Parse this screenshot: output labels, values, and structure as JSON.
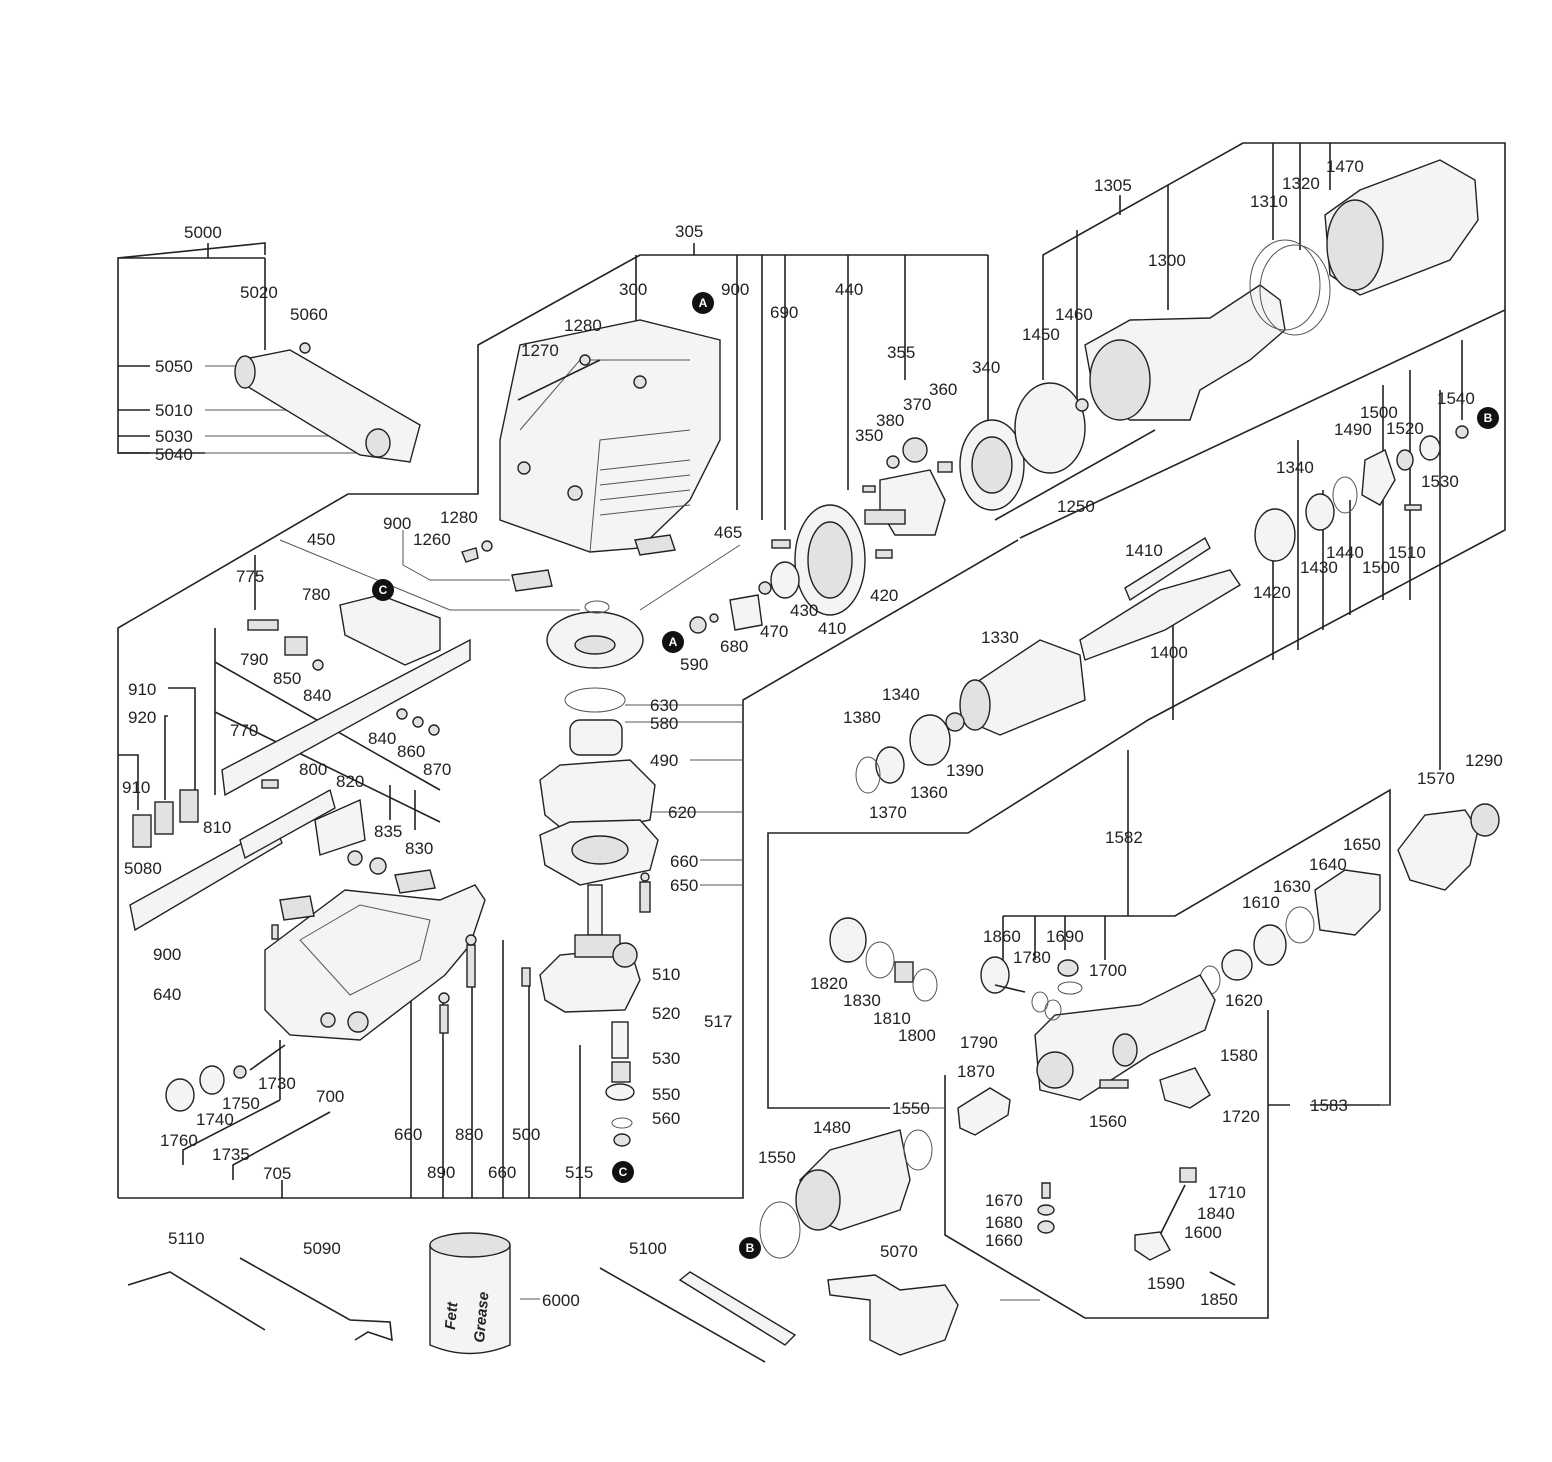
{
  "labels": {
    "l5000": "5000",
    "l5020": "5020",
    "l5060": "5060",
    "l5050": "5050",
    "l5010": "5010",
    "l5030": "5030",
    "l5040": "5040",
    "l305": "305",
    "l300": "300",
    "l900a": "900",
    "l690": "690",
    "l440": "440",
    "l355": "355",
    "l340": "340",
    "l1280a": "1280",
    "l1270": "1270",
    "l1280b": "1280",
    "l1260": "1260",
    "l900b": "900",
    "l450": "450",
    "l465": "465",
    "l360": "360",
    "l370": "370",
    "l380": "380",
    "l350": "350",
    "l430": "430",
    "l410": "410",
    "l420": "420",
    "l470": "470",
    "l680": "680",
    "l590": "590",
    "l775": "775",
    "l780": "780",
    "l790": "790",
    "l850": "850",
    "l840a": "840",
    "l630": "630",
    "l580": "580",
    "l490": "490",
    "l620": "620",
    "l660a": "660",
    "l650": "650",
    "l770": "770",
    "l840b": "840",
    "l860": "860",
    "l870": "870",
    "l800": "800",
    "l820": "820",
    "l810": "810",
    "l835": "835",
    "l830": "830",
    "l910a": "910",
    "l920": "920",
    "l910b": "910",
    "l5080": "5080",
    "l900c": "900",
    "l640": "640",
    "l510": "510",
    "l520": "520",
    "l517": "517",
    "l530": "530",
    "l550": "550",
    "l560": "560",
    "l1730": "1730",
    "l700": "700",
    "l1750": "1750",
    "l1740": "1740",
    "l1760": "1760",
    "l1735": "1735",
    "l705": "705",
    "l660b": "660",
    "l880": "880",
    "l500": "500",
    "l890": "890",
    "l660c": "660",
    "l515": "515",
    "l1305": "1305",
    "l1310": "1310",
    "l1320": "1320",
    "l1470": "1470",
    "l1300": "1300",
    "l1460": "1460",
    "l1450": "1450",
    "l1250": "1250",
    "l1540": "1540",
    "l1500a": "1500",
    "l1490": "1490",
    "l1520": "1520",
    "l1530": "1530",
    "l1340a": "1340",
    "l1440": "1440",
    "l1510": "1510",
    "l1430": "1430",
    "l1500b": "1500",
    "l1410": "1410",
    "l1420": "1420",
    "l1330": "1330",
    "l1400": "1400",
    "l1340b": "1340",
    "l1380": "1380",
    "l1390": "1390",
    "l1360": "1360",
    "l1370": "1370",
    "l1290": "1290",
    "l1570": "1570",
    "l1582": "1582",
    "l1650": "1650",
    "l1640": "1640",
    "l1630": "1630",
    "l1610": "1610",
    "l1860": "1860",
    "l1690": "1690",
    "l1780": "1780",
    "l1700": "1700",
    "l1820": "1820",
    "l1830": "1830",
    "l1810": "1810",
    "l1800": "1800",
    "l1620": "1620",
    "l1790": "1790",
    "l1580": "1580",
    "l1870": "1870",
    "l1560": "1560",
    "l1720": "1720",
    "l1583": "1583",
    "l1480": "1480",
    "l1550a": "1550",
    "l1550b": "1550",
    "l1670": "1670",
    "l1710": "1710",
    "l1680": "1680",
    "l1840": "1840",
    "l1660": "1660",
    "l1600": "1600",
    "l1590": "1590",
    "l1850": "1850",
    "l5070": "5070",
    "l5110": "5110",
    "l5090": "5090",
    "l6000": "6000",
    "l5100": "5100"
  },
  "markers": {
    "a": "A",
    "b": "B",
    "c": "C"
  },
  "grease_can": {
    "line1": "Fett",
    "line2": "Grease"
  }
}
